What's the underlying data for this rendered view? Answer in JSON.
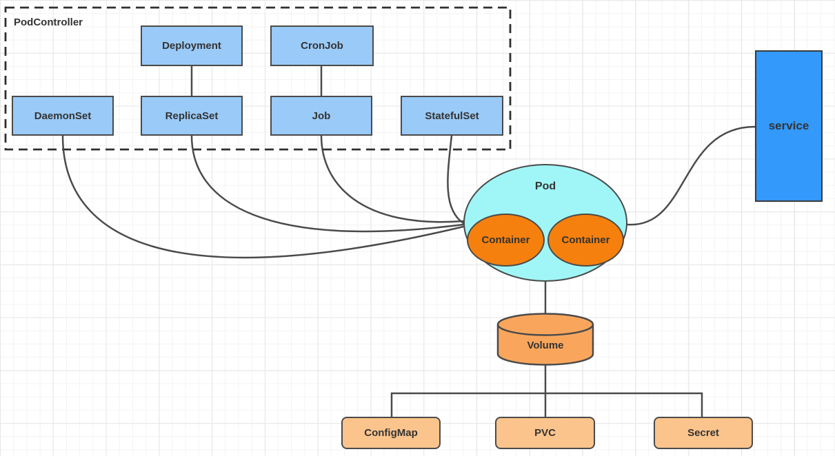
{
  "group": {
    "label": "PodController"
  },
  "nodes": {
    "deployment": {
      "label": "Deployment"
    },
    "cronjob": {
      "label": "CronJob"
    },
    "daemonset": {
      "label": "DaemonSet"
    },
    "replicaset": {
      "label": "ReplicaSet"
    },
    "job": {
      "label": "Job"
    },
    "statefulset": {
      "label": "StatefulSet"
    },
    "pod": {
      "label": "Pod"
    },
    "container_left": {
      "label": "Container"
    },
    "container_right": {
      "label": "Container"
    },
    "service": {
      "label": "service"
    },
    "volume": {
      "label": "Volume"
    },
    "configmap": {
      "label": "ConfigMap"
    },
    "pvc": {
      "label": "PVC"
    },
    "secret": {
      "label": "Secret"
    }
  },
  "colors": {
    "controller_box_fill": "#9acaf7",
    "service_fill": "#3399fb",
    "pod_fill": "#a0f6f6",
    "container_fill": "#f6800d",
    "volume_fill": "#f9a65c",
    "resource_box_fill": "#fbc48c",
    "shape_border": "#4a4a4a",
    "group_border": "#2f2f2f",
    "edge_line": "#4a4a4a",
    "label_text": "#333333"
  }
}
